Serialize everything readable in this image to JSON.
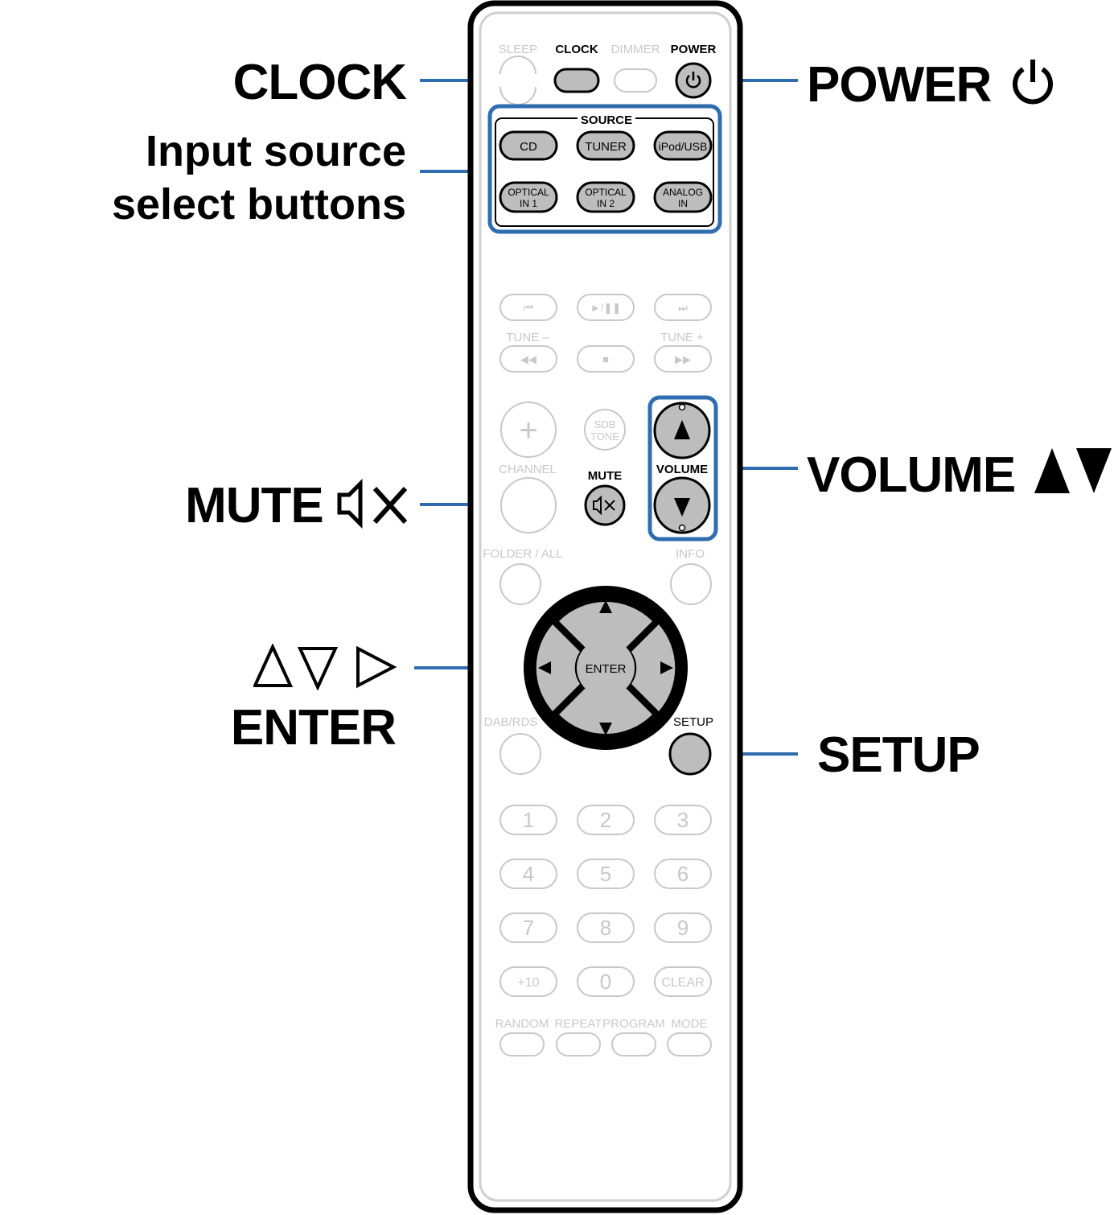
{
  "callouts": {
    "clock": "CLOCK",
    "input_line1": "Input source",
    "input_line2": "select buttons",
    "mute": "MUTE",
    "mute_glyph": "🔇",
    "cursor_glyphs": "△▽ ▷",
    "enter": "ENTER",
    "power": "POWER",
    "power_glyph": "⏻",
    "volume": "VOLUME",
    "volume_glyph": "▲▼",
    "setup": "SETUP"
  },
  "remote": {
    "top_row": {
      "sleep": "SLEEP",
      "clock": "CLOCK",
      "dimmer": "DIMMER",
      "power": "POWER",
      "power_icon": "⏻"
    },
    "source": {
      "title": "SOURCE",
      "cd": "CD",
      "tuner": "TUNER",
      "ipod_usb": "iPod/USB",
      "optical1_a": "OPTICAL",
      "optical1_b": "IN 1",
      "optical2_a": "OPTICAL",
      "optical2_b": "IN 2",
      "analog_a": "ANALOG",
      "analog_b": "IN"
    },
    "transport": {
      "prev": "⏮",
      "play_pause": "►/❚❚",
      "next": "⏭",
      "tune_minus": "TUNE –",
      "tune_plus": "TUNE +",
      "rew": "◀◀",
      "stop": "■",
      "ff": "▶▶"
    },
    "mid": {
      "channel_plus": "+",
      "sdb_a": "SDB",
      "sdb_b": "TONE",
      "channel": "CHANNEL",
      "mute": "MUTE",
      "volume": "VOLUME",
      "folder_all": "FOLDER / ALL",
      "info": "INFO"
    },
    "dpad": {
      "enter": "ENTER",
      "up": "▲",
      "down": "▼",
      "left": "◀",
      "right": "▶"
    },
    "lower": {
      "dab_rds": "DAB/RDS",
      "setup": "SETUP"
    },
    "numpad": [
      "1",
      "2",
      "3",
      "4",
      "5",
      "6",
      "7",
      "8",
      "9",
      "+10",
      "0",
      "CLEAR"
    ],
    "bottom_row": [
      "RANDOM",
      "REPEAT",
      "PROGRAM",
      "MODE"
    ]
  },
  "colors": {
    "highlight": "#2f6db0",
    "active_button": "#bdbdbd",
    "faded": "#c8c8c8",
    "outline": "#000000"
  }
}
